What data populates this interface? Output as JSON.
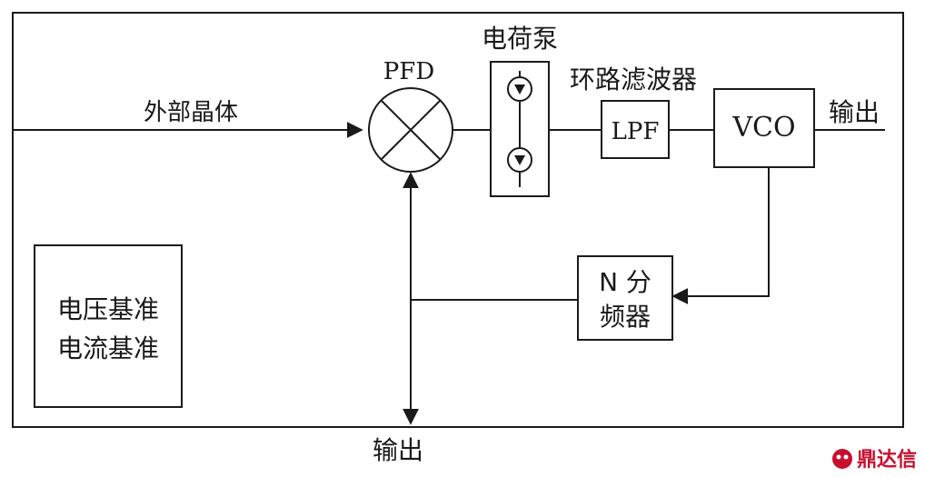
{
  "labels": {
    "ext_crystal": "外部晶体",
    "pfd": "PFD",
    "charge_pump": "电荷泵",
    "loop_filter": "环路滤波器",
    "lpf": "LPF",
    "vco": "VCO",
    "output_right": "输出",
    "divider_line1": "N 分",
    "divider_line2": "频器",
    "voltage_ref": "电压基准",
    "current_ref": "电流基准",
    "output_bottom": "输出"
  },
  "watermark": {
    "text": "鼎达信",
    "color": "#c8102e"
  },
  "colors": {
    "line": "#1a1a1a",
    "background": "#ffffff"
  }
}
